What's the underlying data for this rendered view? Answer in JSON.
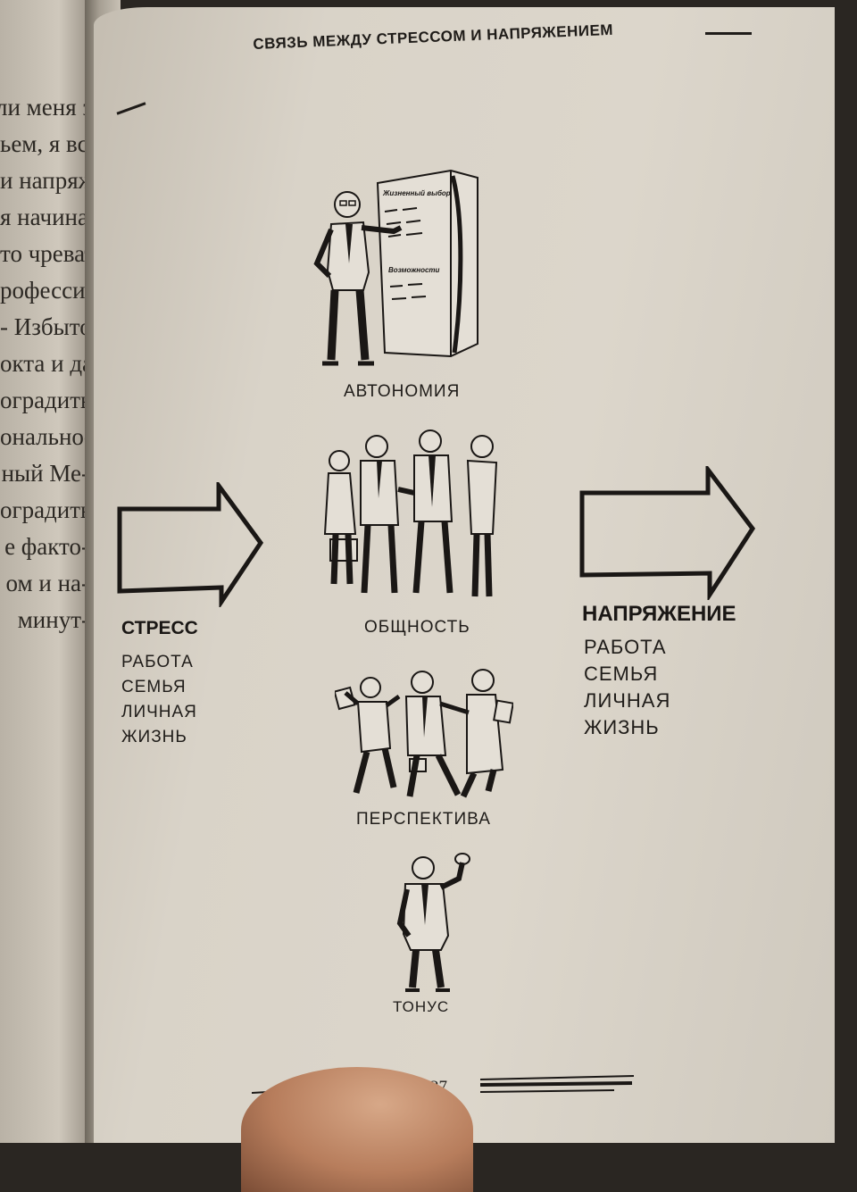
{
  "page": {
    "running_head": "СВЯЗЬ МЕЖДУ СТРЕССОМ И НАПРЯЖЕНИЕМ",
    "page_number": "27"
  },
  "left_page": {
    "lines": [
      "ли меня за-",
      "ьем, я вспо-",
      "и напряже-",
      "я начинаю",
      "то чревато",
      "",
      "рофессио-",
      "- Избыток",
      "окта и да-",
      "оградить",
      "онально-",
      "",
      "ный Ме-",
      "оградить",
      "",
      "е факто-",
      "ом и на-",
      "",
      "минут-"
    ]
  },
  "figure": {
    "stress": {
      "heading": "СТРЕСС",
      "items": [
        "РАБОТА",
        "СЕМЬЯ",
        "ЛИЧНАЯ",
        "ЖИЗНЬ"
      ]
    },
    "tension": {
      "heading": "НАПРЯЖЕНИЕ",
      "items": [
        "РАБОТА",
        "СЕМЬЯ",
        "ЛИЧНАЯ",
        "ЖИЗНЬ"
      ]
    },
    "factors": [
      {
        "label": "АВТОНОМИЯ"
      },
      {
        "label": "ОБЩНОСТЬ"
      },
      {
        "label": "ПЕРСПЕКТИВА"
      },
      {
        "label": "ТОНУС"
      }
    ],
    "board": {
      "title": "Жизненный выбор",
      "subtitle": "Возможности"
    }
  }
}
